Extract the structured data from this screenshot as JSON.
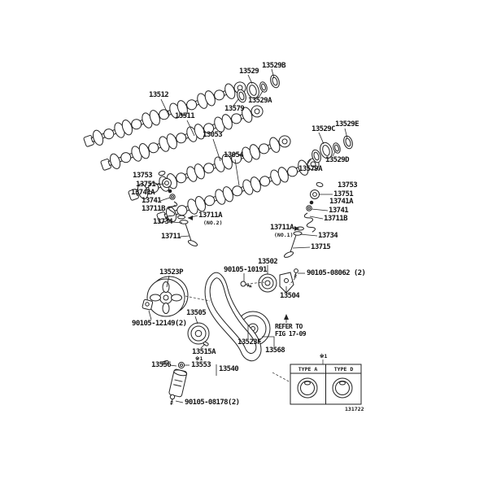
{
  "parts": {
    "l13529": "13529",
    "l13529b": "13529B",
    "l13512": "13512",
    "l13529a": "13529A",
    "l13579": "13579",
    "l13511": "13511",
    "l13053": "13053",
    "l13529c": "13529C",
    "l13529e": "13529E",
    "l13054": "13054",
    "l13529d": "13529D",
    "l13579a": "13579A",
    "l13753_left": "13753",
    "l13751_left": "13751",
    "l13741a_left": "13741A",
    "l13741_left": "13741",
    "l13711b_left": "13711B",
    "l13734_left": "13734",
    "l13711a_left": "13711A",
    "l13711": "13711",
    "l13753_right": "13753",
    "l13751_right": "13751",
    "l13741a_right": "13741A",
    "l13741_right": "13741",
    "l13711b_right": "13711B",
    "l13711a_right": "13711A",
    "l13734_right": "13734",
    "l13715": "13715",
    "l13502": "13502",
    "l90105_10191": "90105-10191",
    "l90105_08062": "90105-08062 (2)",
    "l13504": "13504",
    "l13523p": "13523P",
    "l13505": "13505",
    "l90105_12149": "90105-12149(2)",
    "l13515a": "13515A",
    "l13556": "13556",
    "l13553": "13553",
    "l13540": "13540",
    "l13523f": "13523F",
    "l13568": "13568",
    "l90105_08178": "90105-08178(2)"
  },
  "notes": {
    "valve_note_left": "(NO.2)",
    "valve_note_right": "(NO.1)",
    "marker_small": "※1",
    "refer_line1": "REFER TO",
    "refer_line2": "FIG 17-09"
  },
  "inset": {
    "marker": "※1",
    "type_a_label": "TYPE A",
    "type_d_label": "TYPE D",
    "figure_code": "131722"
  }
}
